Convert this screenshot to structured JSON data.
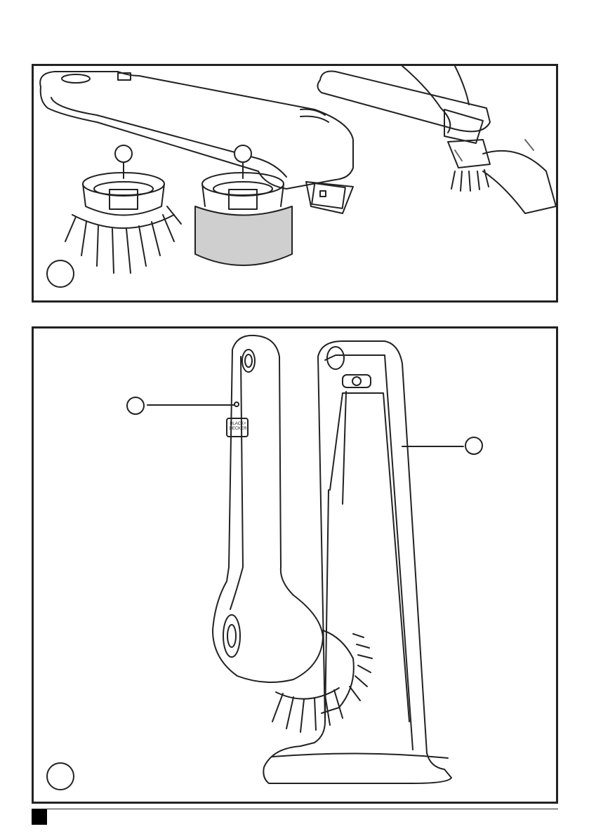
{
  "figure_a": {
    "label": "",
    "callouts": [
      "",
      ""
    ],
    "handle_logo_text": ""
  },
  "figure_b": {
    "label": "",
    "callouts": [
      "",
      ""
    ],
    "handle_logo_line1": "BLACK+",
    "handle_logo_line2": "DECKER"
  },
  "icons": {
    "page_marker": "black-square-marker"
  },
  "colors": {
    "line": "#222222",
    "sponge": "#cfcfcf",
    "background": "#ffffff"
  }
}
